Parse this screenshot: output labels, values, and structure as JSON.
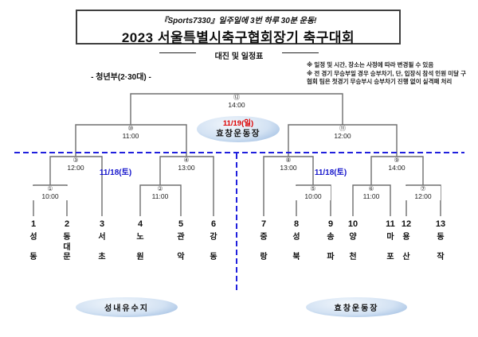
{
  "header": {
    "slogan": "『Sports7330』일주일에 3번 하루 30분 운동!",
    "title": "2023 서울특별시축구협회장기 축구대회",
    "subtitle": "대진 및 일정표"
  },
  "division_label": "- 청년부(2·30대) -",
  "notes": [
    "※ 일정 및 시간, 장소는 사정에 따라 변경될 수 있음",
    "※ 전 경기 무승부일 경우 승부차기, 단, 입장식 참석 인원 미달 구",
    "협회 팀은 첫경기 무승부시 승부차기 진행 없이 실격패 처리"
  ],
  "schedule": {
    "day1_left": "11/18(토)",
    "day1_right": "11/18(토)",
    "final_date": "11/19(일)",
    "final_venue": "효창운동장"
  },
  "venues": {
    "left": "성내유수지",
    "right": "효창운동장"
  },
  "teams": [
    {
      "no": "1",
      "name": "성동"
    },
    {
      "no": "2",
      "name": "동대문"
    },
    {
      "no": "3",
      "name": "서초"
    },
    {
      "no": "4",
      "name": "노원"
    },
    {
      "no": "5",
      "name": "관악"
    },
    {
      "no": "6",
      "name": "강동"
    },
    {
      "no": "7",
      "name": "중랑"
    },
    {
      "no": "8",
      "name": "성북"
    },
    {
      "no": "9",
      "name": "송파"
    },
    {
      "no": "10",
      "name": "양천"
    },
    {
      "no": "11",
      "name": "마포"
    },
    {
      "no": "12",
      "name": "용산"
    },
    {
      "no": "13",
      "name": "동작"
    }
  ],
  "matches": [
    {
      "no": "①",
      "time": "10:00"
    },
    {
      "no": "②",
      "time": "11:00"
    },
    {
      "no": "③",
      "time": "12:00"
    },
    {
      "no": "④",
      "time": "13:00"
    },
    {
      "no": "⑤",
      "time": "10:00"
    },
    {
      "no": "⑥",
      "time": "11:00"
    },
    {
      "no": "⑦",
      "time": "12:00"
    },
    {
      "no": "⑧",
      "time": "13:00"
    },
    {
      "no": "⑨",
      "time": "14:00"
    },
    {
      "no": "⑩",
      "time": "11:00"
    },
    {
      "no": "⑪",
      "time": "12:00"
    },
    {
      "no": "⑫",
      "time": "14:00"
    }
  ],
  "colors": {
    "bracket_line": "#6e6e6e",
    "dashed_divider": "#2020dd",
    "date_blue": "#1515cc",
    "final_date_red": "#dd0000",
    "ellipse_blue": "#8fb2dc"
  }
}
